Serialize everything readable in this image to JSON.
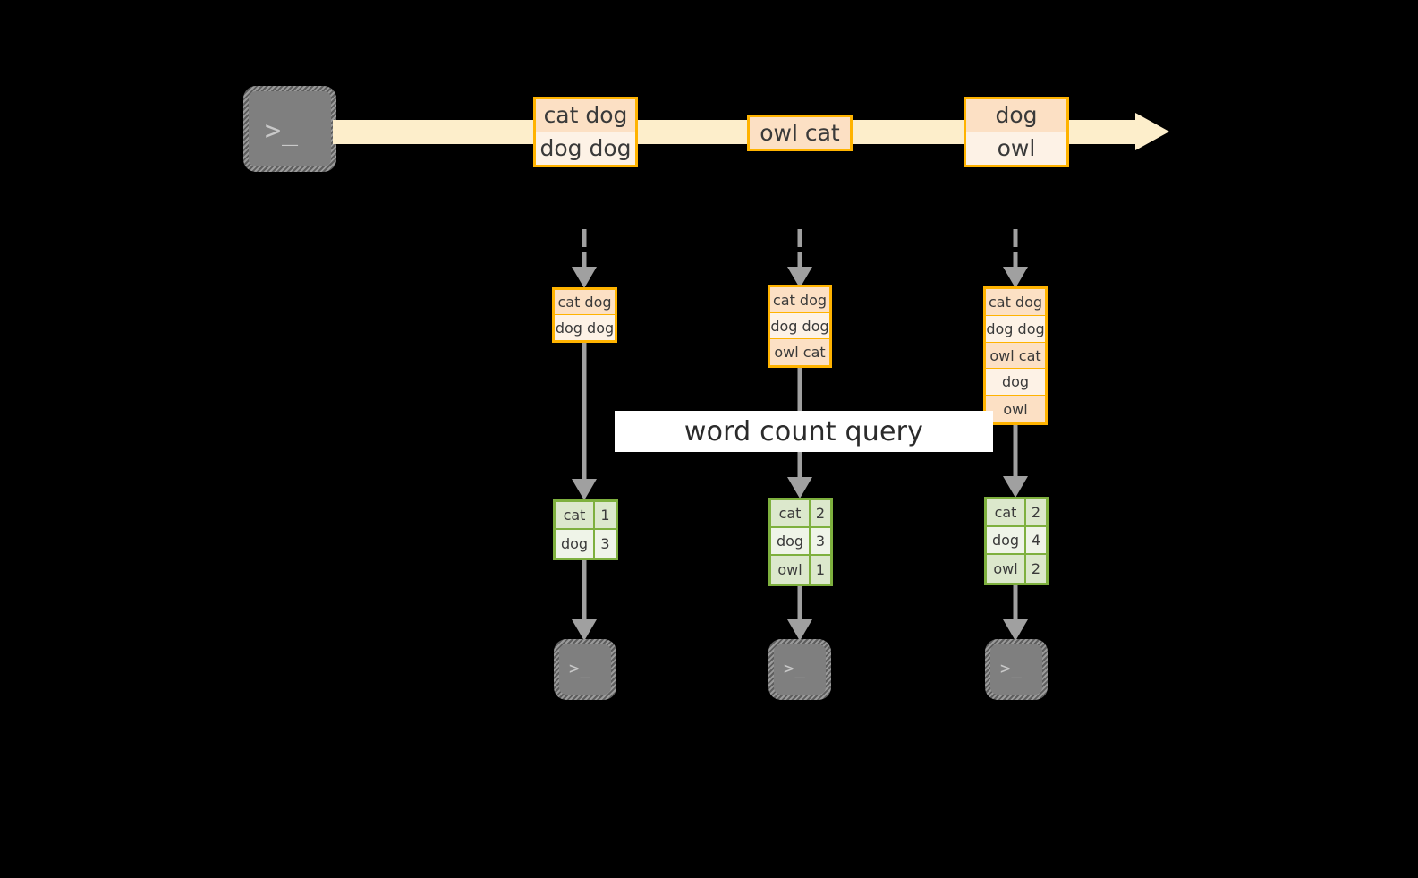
{
  "diagram": {
    "title_label": "word count query",
    "colors": {
      "background": "#000000",
      "record_border": "#FFB300",
      "record_fill_dark": "#FCE0C4",
      "record_fill_light": "#FDF2E6",
      "stream_fill": "#FDEECB",
      "result_border": "#7EB03E",
      "result_fill_dark": "#DCE8CC",
      "result_fill_light": "#EFF4E8",
      "arrow_gray": "#A0A0A0",
      "terminal_gray": "#7F7F7F",
      "band_white": "#FFFFFF"
    },
    "source_terminal": {
      "icon": "terminal-icon",
      "prompt": ">_"
    },
    "stream": {
      "icon": "right-arrow-icon",
      "groups": [
        {
          "rows": [
            "cat dog",
            "dog dog"
          ]
        },
        {
          "rows": [
            "owl cat"
          ]
        },
        {
          "rows": [
            "dog",
            "owl"
          ]
        }
      ]
    },
    "batches": [
      {
        "name": "batch-1",
        "input_rows": [
          "cat dog",
          "dog dog"
        ],
        "results": [
          {
            "word": "cat",
            "count": "1"
          },
          {
            "word": "dog",
            "count": "3"
          }
        ],
        "sink_terminal": {
          "icon": "terminal-icon",
          "prompt": ">_"
        }
      },
      {
        "name": "batch-2",
        "input_rows": [
          "cat dog",
          "dog dog",
          "owl cat"
        ],
        "results": [
          {
            "word": "cat",
            "count": "2"
          },
          {
            "word": "dog",
            "count": "3"
          },
          {
            "word": "owl",
            "count": "1"
          }
        ],
        "sink_terminal": {
          "icon": "terminal-icon",
          "prompt": ">_"
        }
      },
      {
        "name": "batch-3",
        "input_rows": [
          "cat dog",
          "dog dog",
          "owl cat",
          "dog",
          "owl"
        ],
        "results": [
          {
            "word": "cat",
            "count": "2"
          },
          {
            "word": "dog",
            "count": "4"
          },
          {
            "word": "owl",
            "count": "2"
          }
        ],
        "sink_terminal": {
          "icon": "terminal-icon",
          "prompt": ">_"
        }
      }
    ]
  }
}
